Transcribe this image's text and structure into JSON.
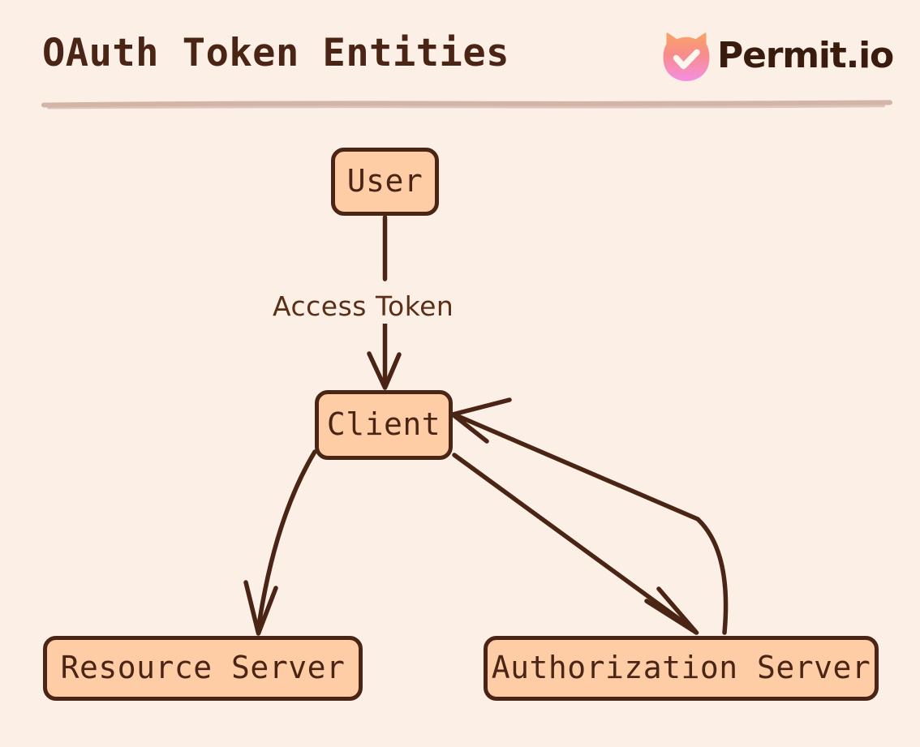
{
  "header": {
    "title": "OAuth Token Entities",
    "brand": {
      "name": "Permit.io",
      "mark_icon": "permit-cat-check-icon"
    },
    "divider_color": "#D3B5A8"
  },
  "theme": {
    "background": "#FCF0E6",
    "node_fill": "#FECDA6",
    "stroke": "#4A2414",
    "text": "#4A2414",
    "edge_label_text": "#5B2E17",
    "brand_gradient_start": "#F9A06A",
    "brand_gradient_end": "#F48FD8",
    "brand_text": "#3A1C0E"
  },
  "diagram": {
    "type": "flowchart",
    "nodes": [
      {
        "id": "user",
        "label": "User"
      },
      {
        "id": "client",
        "label": "Client"
      },
      {
        "id": "resource",
        "label": "Resource Server"
      },
      {
        "id": "authz",
        "label": "Authorization Server"
      }
    ],
    "edges": [
      {
        "from": "user",
        "to": "client",
        "label": "Access Token",
        "style": "straight",
        "arrow": "open-v"
      },
      {
        "from": "client",
        "to": "resource",
        "label": "",
        "style": "curved",
        "arrow": "open-v"
      },
      {
        "from": "client",
        "to": "authz",
        "label": "",
        "style": "straight",
        "arrow": "open-v"
      },
      {
        "from": "authz",
        "to": "client",
        "label": "",
        "style": "curved",
        "arrow": "open-v"
      }
    ]
  }
}
